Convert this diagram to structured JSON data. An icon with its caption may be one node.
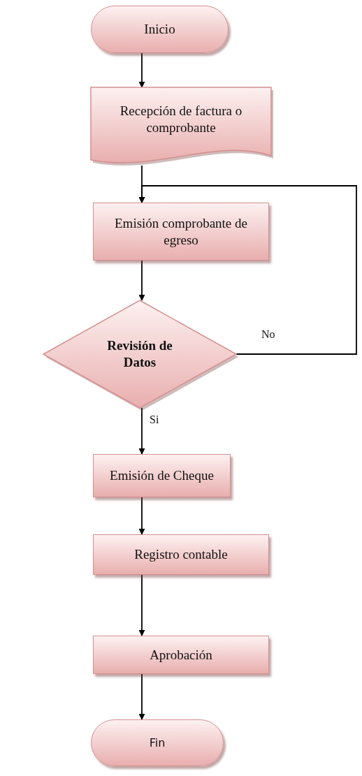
{
  "diagram": {
    "nodes": [
      {
        "text": [
          "Inicio"
        ]
      },
      {
        "text": [
          "Recepción de factura o comprobante"
        ]
      },
      {
        "text": [
          "Emisión comprobante de egreso"
        ]
      },
      {
        "text": [
          "Revisión de Datos"
        ]
      },
      {
        "text": [
          "Emisión de Cheque"
        ]
      },
      {
        "text": [
          "Registro contable"
        ]
      },
      {
        "text": [
          "Aprobación"
        ]
      },
      {
        "text": [
          "Fin"
        ]
      }
    ],
    "edges": [
      {
        "from": 0,
        "to": 1,
        "arrow": "to"
      },
      {
        "from": 1,
        "to": 2,
        "arrow": "to"
      },
      {
        "from": 2,
        "to": 3,
        "arrow": "to"
      },
      {
        "from": 3,
        "to": 2,
        "arrow": "to",
        "label": "No"
      },
      {
        "from": 3,
        "to": 4,
        "arrow": "to",
        "label": "Si"
      },
      {
        "from": 4,
        "to": 5,
        "arrow": "to"
      },
      {
        "from": 5,
        "to": 6,
        "arrow": "to"
      },
      {
        "from": 6,
        "to": 7,
        "arrow": "to"
      }
    ]
  }
}
